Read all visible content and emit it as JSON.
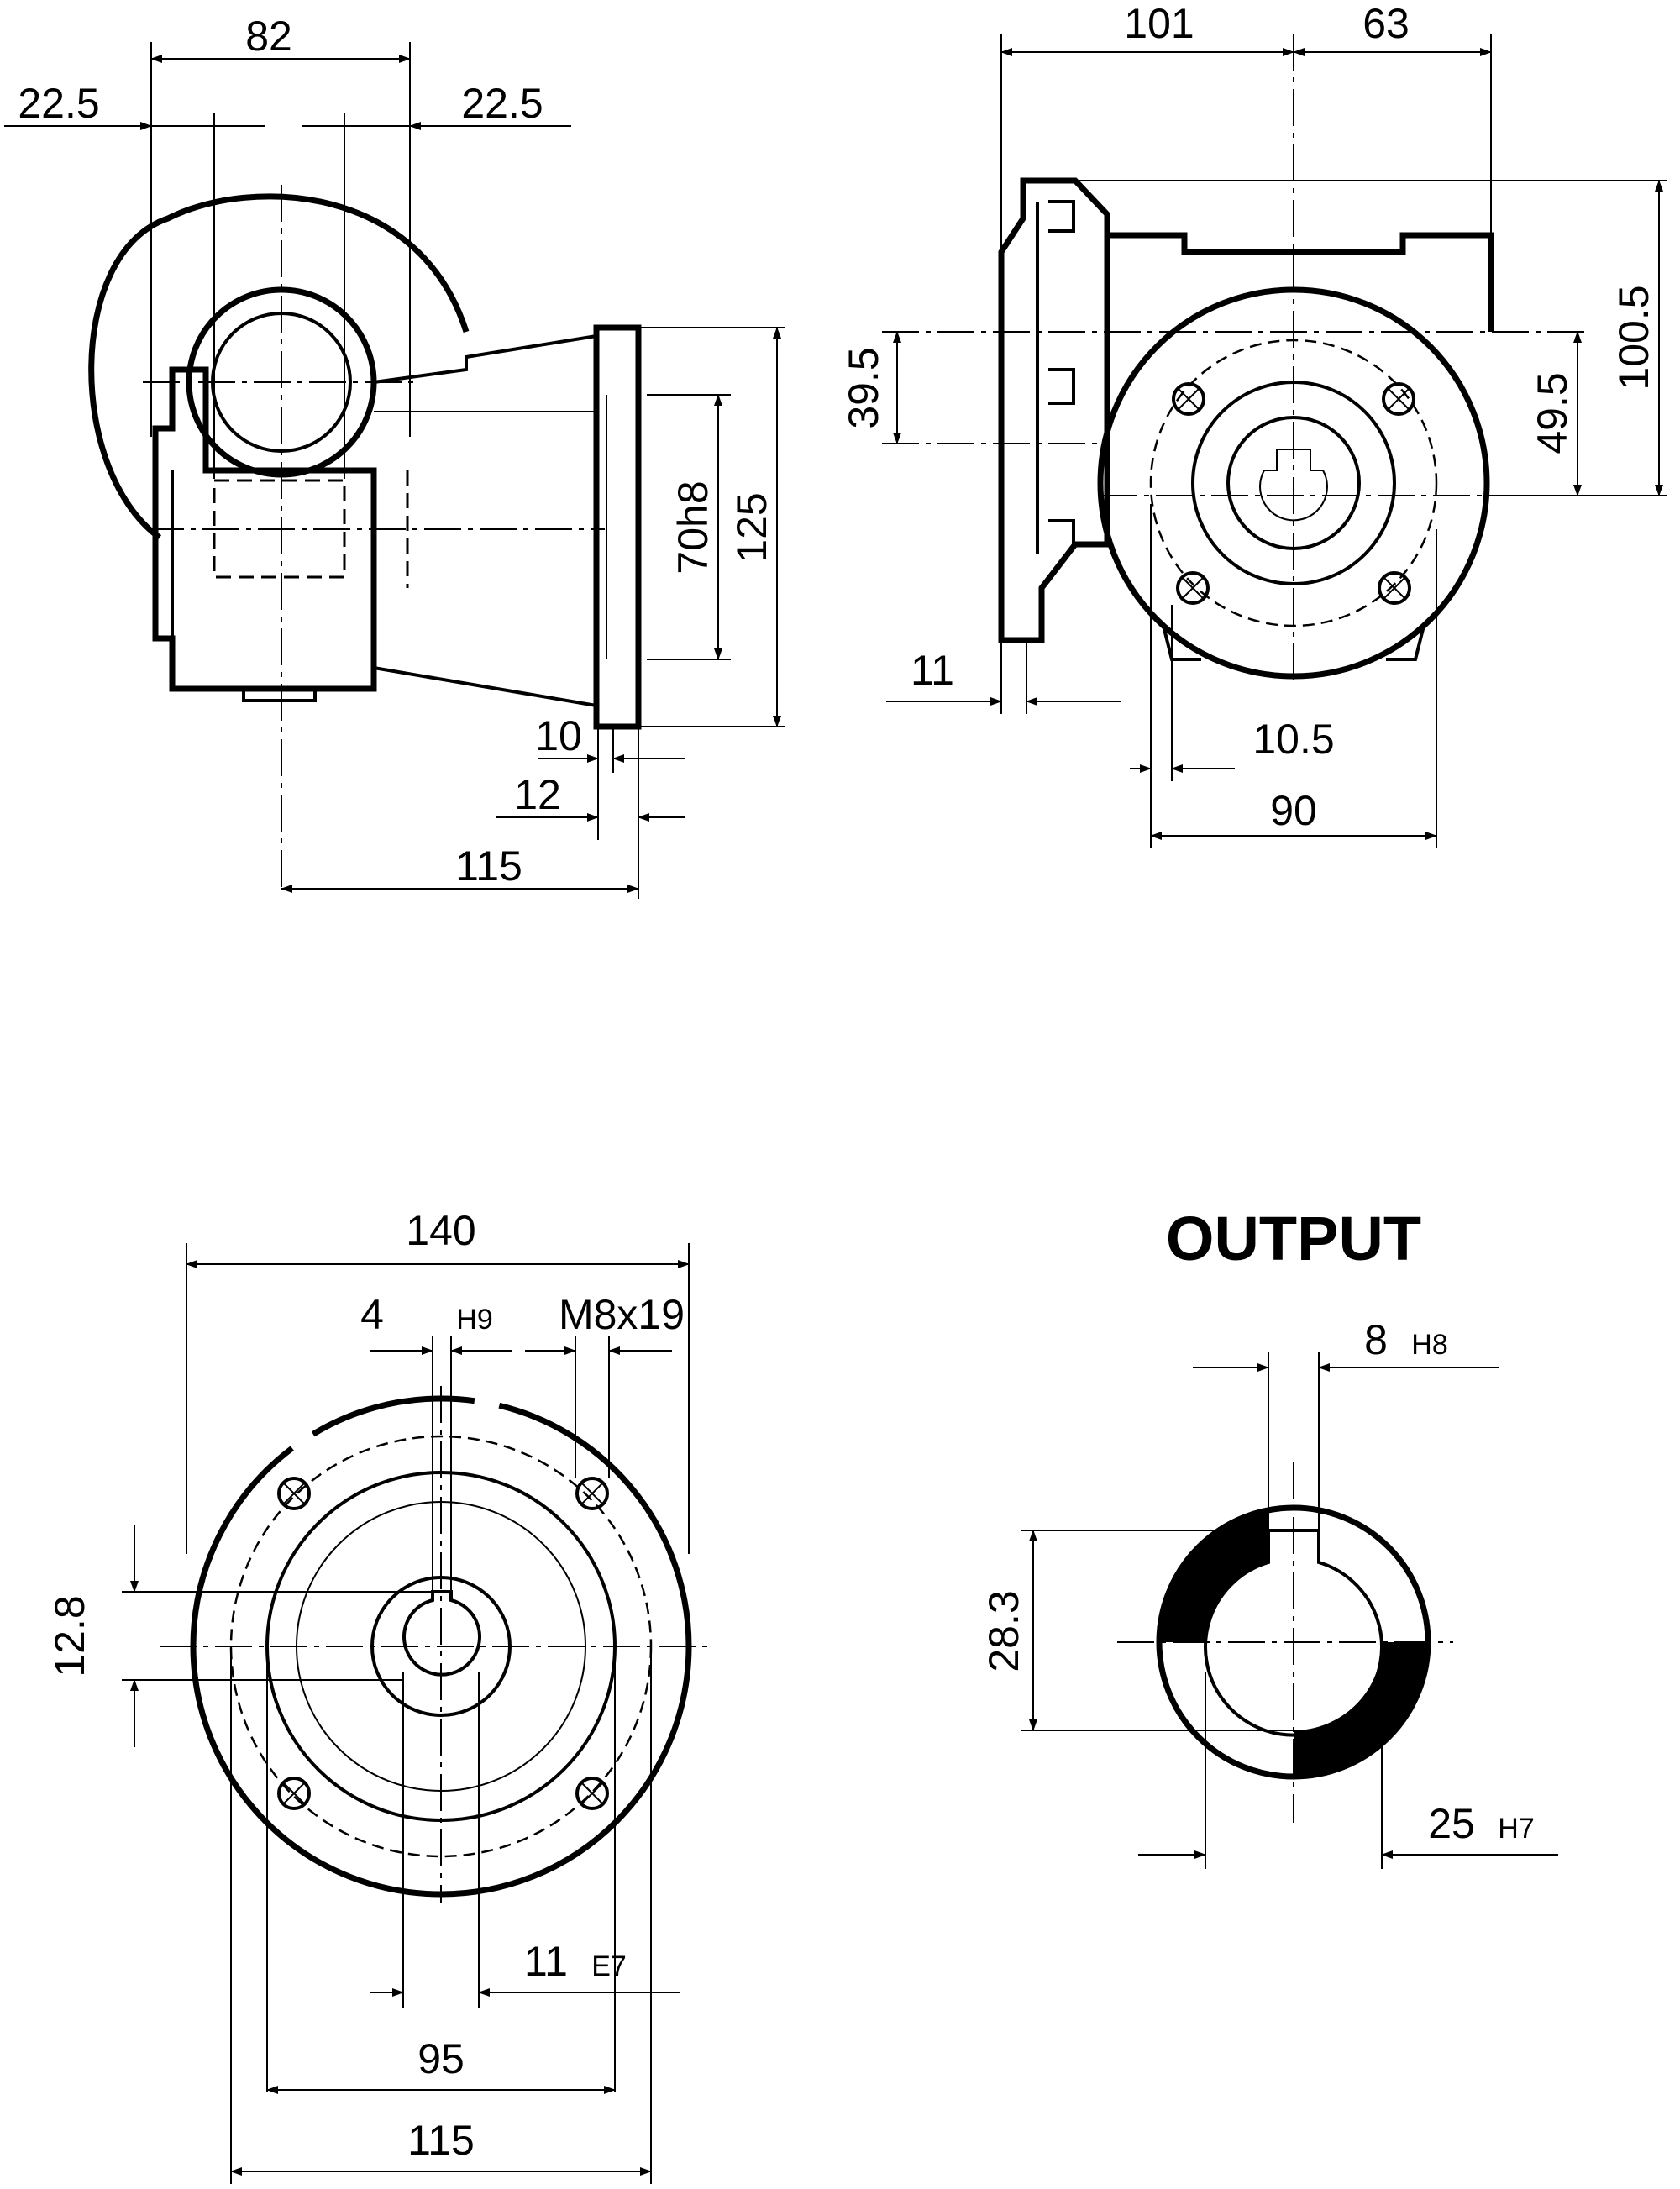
{
  "colors": {
    "line": "#000000",
    "background": "#ffffff"
  },
  "side_view": {
    "dim_top_width": "82",
    "dim_left_offset": "22.5",
    "dim_right_offset": "22.5",
    "dim_flange_height": "125",
    "dim_spigot_diameter": "70h8",
    "dim_spigot_depth": "10",
    "dim_flange_thickness": "12",
    "dim_overall_length": "115"
  },
  "front_view": {
    "dim_top_left": "101",
    "dim_top_right": "63",
    "dim_total_height": "100.5",
    "dim_offset_left": "39.5",
    "dim_offset_right": "49.5",
    "dim_flange_thickness": "11",
    "dim_hole_offset": "10.5",
    "dim_hole_spacing": "90"
  },
  "flange_view": {
    "dim_flange_diameter": "140",
    "dim_key_width": "4",
    "dim_key_tolerance": "H9",
    "dim_thread": "M8x19",
    "dim_key_depth": "12.8",
    "dim_bore": "11",
    "dim_bore_tolerance": "E7",
    "dim_spigot": "95",
    "dim_pcd": "115"
  },
  "output_view": {
    "title": "OUTPUT",
    "dim_key_width": "8",
    "dim_key_tolerance": "H8",
    "dim_key_depth": "28.3",
    "dim_bore": "25",
    "dim_bore_tolerance": "H7"
  }
}
